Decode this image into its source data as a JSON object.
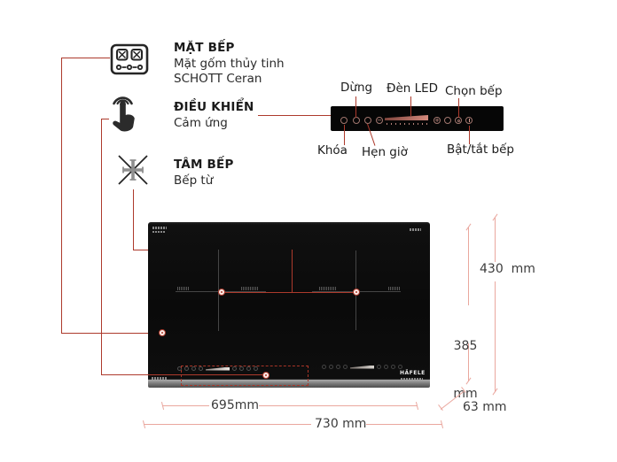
{
  "features": {
    "surface": {
      "title": "MẶT BẾP",
      "line1": "Mặt gốm thủy tinh",
      "line2": "SCHOTT Ceran"
    },
    "control": {
      "title": "ĐIỀU KHIỂN",
      "line1": "Cảm ứng"
    },
    "center": {
      "title": "TÂM BẾP",
      "line1": "Bếp từ"
    }
  },
  "panel": {
    "stop": "Dừng",
    "led": "Đèn LED",
    "select": "Chọn bếp",
    "lock": "Khóa",
    "timer": "Hẹn giờ",
    "power": "Bật/tắt bếp"
  },
  "cooktop": {
    "brand": "HÄFELE",
    "burner_count": 2,
    "panel_bar_icons": [
      "lock-icon",
      "stop-icon",
      "timer-icon",
      "minus-icon",
      "led-power-slider",
      "plus-icon",
      "pause-icon",
      "zone-select-icon",
      "power-icon"
    ],
    "feature_icons": [
      "cooktop-surface-icon",
      "touch-control-icon",
      "burner-center-icon"
    ]
  },
  "dims": {
    "height_outer": "430  mm",
    "height_inner_1": "385",
    "height_inner_2": "mm",
    "width_inner": "695mm",
    "width_outer": "730 mm",
    "depth": "63 mm"
  },
  "colors": {
    "connector_red": "#ad3a2c",
    "dimension_pink": "#eaa79e",
    "hob_black": "#0a0a0a",
    "base_gray": "#7d7d7d"
  }
}
